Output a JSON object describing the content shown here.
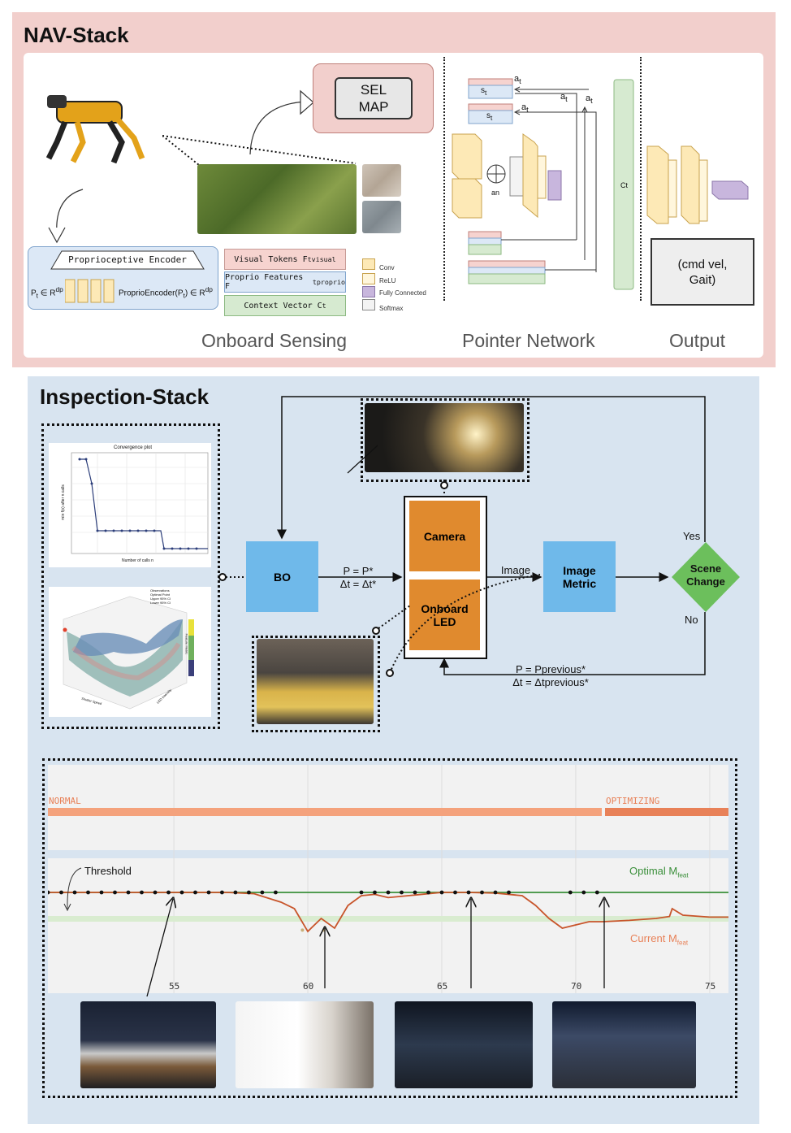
{
  "nav": {
    "title": "NAV-Stack",
    "sel_map": "SEL\nMAP",
    "encoder_title": "Proprioceptive Encoder",
    "encoder_input": "P",
    "encoder_input_sub": "t",
    "encoder_input_rest": " ∈ R",
    "encoder_input_sup": "dp",
    "encoder_output": "ProprioEncoder(P",
    "encoder_output_sub": "t",
    "encoder_output_rest": ") ∈ R",
    "encoder_output_sup": "dp",
    "token_visual": "Visual Tokens F",
    "token_visual_sub": "t",
    "token_visual_sup": "visual",
    "token_proprio": "Proprio Features F",
    "token_proprio_sub": "t",
    "token_proprio_sup": "proprio",
    "token_context": "Context Vector C",
    "token_context_sub": "t",
    "legend": [
      "Conv",
      "ReLU",
      "Fully Connected",
      "Softmax"
    ],
    "a_label": "a",
    "a_sub": "t",
    "s_label": "s",
    "s_sub": "t",
    "an_label": "an",
    "ct_label": "Ct",
    "output_text": "(cmd vel,\nGait)",
    "labels": {
      "sensing": "Onboard Sensing",
      "pointer": "Pointer Network",
      "output": "Output"
    },
    "colors": {
      "panel": "#f2cfcc",
      "sel_map": "#f2cfcc",
      "conv": "#fde9b6",
      "fc": "#c8b6dd",
      "green": "#d6ead0"
    }
  },
  "inspection": {
    "title": "Inspection-Stack",
    "convergence": {
      "title": "Convergence plot",
      "xlabel": "Number of calls n",
      "ylabel": "min f(x) after n calls"
    },
    "surface_legend": [
      "Observations",
      "Optimal Point",
      "Upper 95% CI",
      "Lower 95% CI"
    ],
    "surface_axes": {
      "x": "Shutter Speed",
      "y": "LED Intensity",
      "z": "Feature Metric"
    },
    "bo": "BO",
    "camera": "Camera",
    "led": "Onboard\nLED",
    "image_metric": "Image\nMetric",
    "scene_change": "Scene\nChange",
    "yes": "Yes",
    "no": "No",
    "edge_bo": "P = P*\nΔt = Δt*",
    "edge_image": "Image",
    "edge_back": "P = Pprevious*\nΔt = Δtprevious*",
    "colors": {
      "blue": "#6fb9ea",
      "orange": "#e08a2e",
      "green": "#6cbf5c",
      "panel": "#d8e4f0"
    }
  },
  "timeline": {
    "states": [
      "NORMAL",
      "OPTIMIZING"
    ],
    "threshold_label": "Threshold",
    "optimal_label": "Optimal M",
    "optimal_sub": "feat",
    "current_label": "Current M",
    "current_sub": "feat",
    "x_ticks": [
      "55",
      "60",
      "65",
      "70",
      "75"
    ],
    "colors": {
      "normal": "#f4a27c",
      "optimizing": "#e88158",
      "optimal": "#3a8f3a",
      "current": "#c8552b"
    }
  },
  "chart_data": {
    "type": "line",
    "xlim": [
      50.3,
      75.7
    ],
    "x_ticks": [
      55,
      60,
      65,
      70,
      75
    ],
    "series": [
      {
        "name": "Optimal Mfeat",
        "x": [
          50.3,
          57,
          62,
          68,
          71.1,
          75.7
        ],
        "y": [
          1.0,
          1.0,
          1.0,
          1.0,
          1.0,
          1.0
        ]
      },
      {
        "name": "Current Mfeat",
        "x": [
          50.3,
          54,
          57,
          58,
          59,
          59.5,
          60,
          60.5,
          61,
          61.5,
          62,
          62.5,
          63,
          64,
          65,
          66,
          67,
          68,
          68.5,
          69,
          69.5,
          70,
          70.5,
          71,
          72,
          73,
          73.5,
          73.6,
          74,
          75,
          75.7
        ],
        "y": [
          1.0,
          1.0,
          1.0,
          0.98,
          0.85,
          0.75,
          0.4,
          0.6,
          0.45,
          0.8,
          0.95,
          0.97,
          0.92,
          0.96,
          1.0,
          1.0,
          0.99,
          0.95,
          0.8,
          0.6,
          0.45,
          0.5,
          0.55,
          0.55,
          0.57,
          0.6,
          0.63,
          0.75,
          0.65,
          0.62,
          0.62
        ]
      }
    ]
  }
}
